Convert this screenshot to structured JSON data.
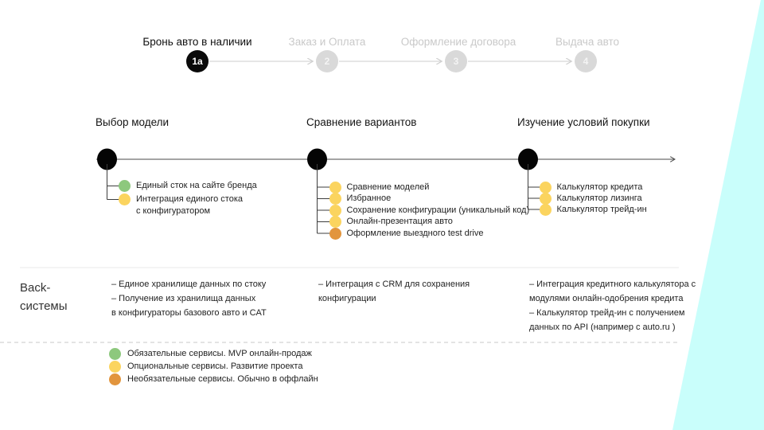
{
  "colors": {
    "green": "#8dc87d",
    "yellow": "#fbd45f",
    "orange": "#e2953d",
    "active_step": "#0a0a0a",
    "inactive_step": "#d9d9d9",
    "wedge": "#c9fefb"
  },
  "stepper": {
    "steps": [
      {
        "label": "Бронь авто в наличии",
        "badge": "1a",
        "state": "active"
      },
      {
        "label": "Заказ и Оплата",
        "badge": "2",
        "state": "inactive"
      },
      {
        "label": "Оформление договора",
        "badge": "3",
        "state": "inactive"
      },
      {
        "label": "Выдача авто",
        "badge": "4",
        "state": "inactive"
      }
    ]
  },
  "stages": [
    {
      "title": "Выбор модели",
      "services": [
        {
          "level": "green",
          "label": "Единый сток на сайте бренда"
        },
        {
          "level": "yellow",
          "label": "Интеграция единого стока\nс конфигуратором"
        }
      ],
      "back_note": "– Единое хранилище данных по стоку\n– Получение из хранилища данных\nв конфигураторы базового авто и CAT"
    },
    {
      "title": "Сравнение вариантов",
      "services": [
        {
          "level": "yellow",
          "label": "Сравнение моделей"
        },
        {
          "level": "yellow",
          "label": "Избранное"
        },
        {
          "level": "yellow",
          "label": "Сохранение конфигурации (уникальный код)"
        },
        {
          "level": "yellow",
          "label": "Онлайн-презентация авто"
        },
        {
          "level": "orange",
          "label": "Оформление выездного test drive"
        }
      ],
      "back_note": "– Интеграция с CRM для сохранения\nконфигурации"
    },
    {
      "title": "Изучение условий покупки",
      "services": [
        {
          "level": "yellow",
          "label": "Калькулятор кредита"
        },
        {
          "level": "yellow",
          "label": "Калькулятор лизинга"
        },
        {
          "level": "yellow",
          "label": "Калькулятор трейд-ин"
        }
      ],
      "back_note": "– Интеграция кредитного калькулятора с\nмодулями онлайн-одобрения кредита\n– Калькулятор трейд-ин с получением\nданных по API (например с auto.ru )"
    }
  ],
  "back_systems": {
    "label": "Back-\nсистемы"
  },
  "legend": {
    "items": [
      {
        "level": "green",
        "label": "Обязательные сервисы. MVP онлайн-продаж"
      },
      {
        "level": "yellow",
        "label": "Опциональные сервисы. Развитие проекта"
      },
      {
        "level": "orange",
        "label": "Необязательные сервисы. Обычно в оффлайн"
      }
    ]
  }
}
